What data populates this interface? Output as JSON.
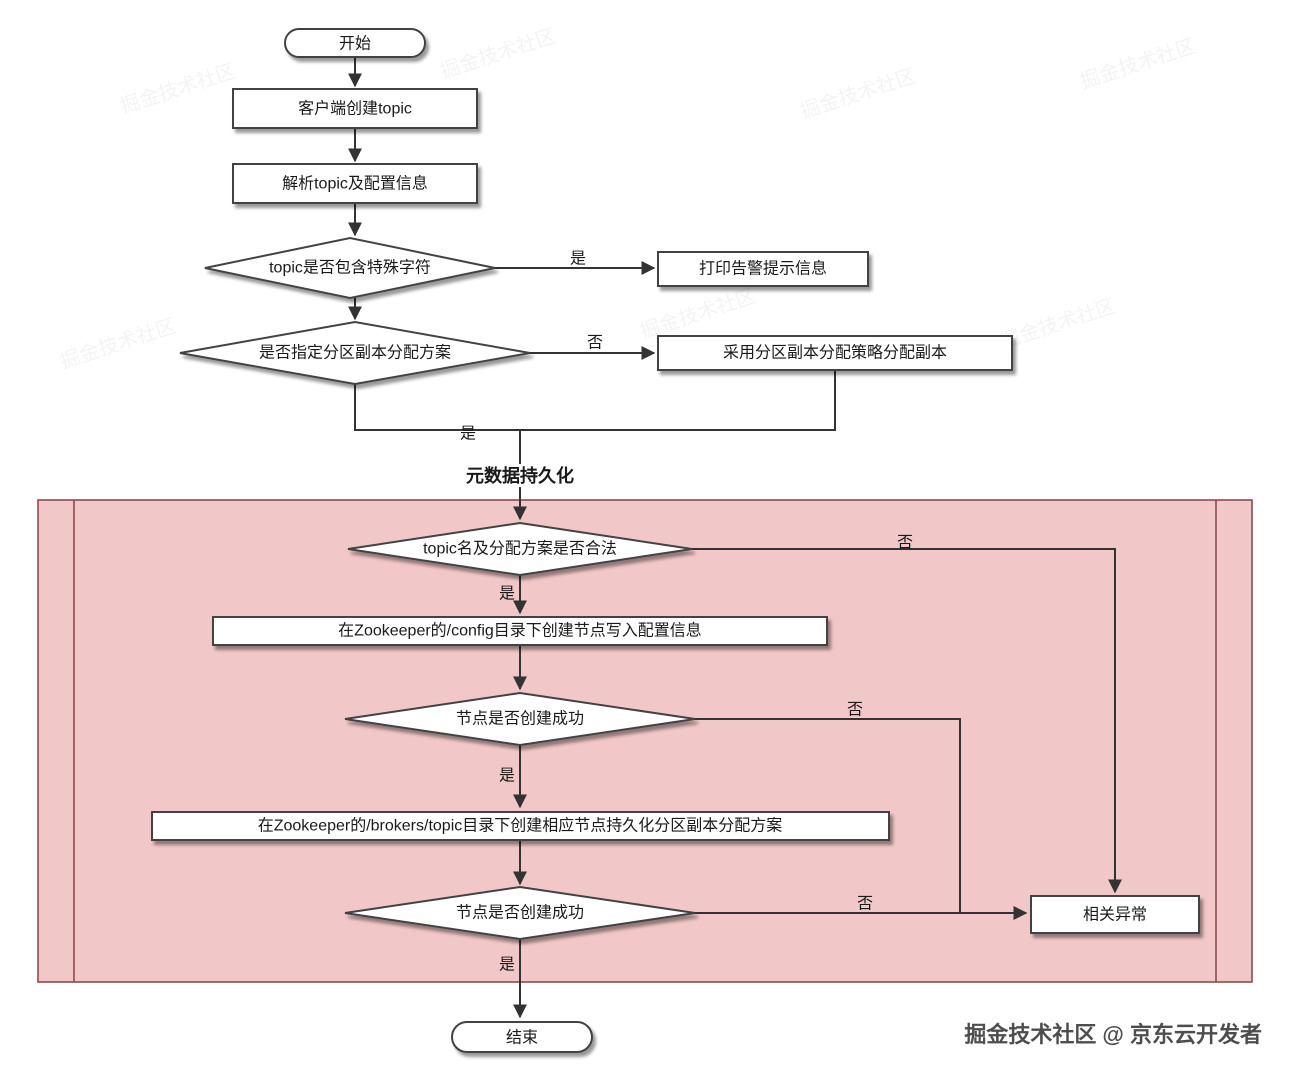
{
  "nodes": {
    "start": "开始",
    "client_create_topic": "客户端创建topic",
    "parse_topic_config": "解析topic及配置信息",
    "topic_special_chars": "topic是否包含特殊字符",
    "print_warning": "打印告警提示信息",
    "assignment_specified": "是否指定分区副本分配方案",
    "use_assignment_strategy": "采用分区副本分配策略分配副本",
    "metadata_persistence": "元数据持久化",
    "topic_plan_valid": "topic名及分配方案是否合法",
    "create_config_node": "在Zookeeper的/config目录下创建节点写入配置信息",
    "node_created_1": "节点是否创建成功",
    "create_brokers_node": "在Zookeeper的/brokers/topic目录下创建相应节点持久化分区副本分配方案",
    "node_created_2": "节点是否创建成功",
    "related_exception": "相关异常",
    "end": "结束"
  },
  "edge_labels": {
    "special_yes": "是",
    "assign_no": "否",
    "assign_yes": "是",
    "valid_no": "否",
    "valid_yes": "是",
    "node1_no": "否",
    "node1_yes": "是",
    "node2_no": "否",
    "node2_yes": "是"
  },
  "watermark": {
    "credit": "掘金技术社区 @ 京东云开发者",
    "background": "掘金技术社区"
  },
  "colors": {
    "band_fill": "#f2c7c7",
    "band_stroke": "#8d4a4a",
    "line": "#333333",
    "highlight_red": "#e8201a"
  }
}
